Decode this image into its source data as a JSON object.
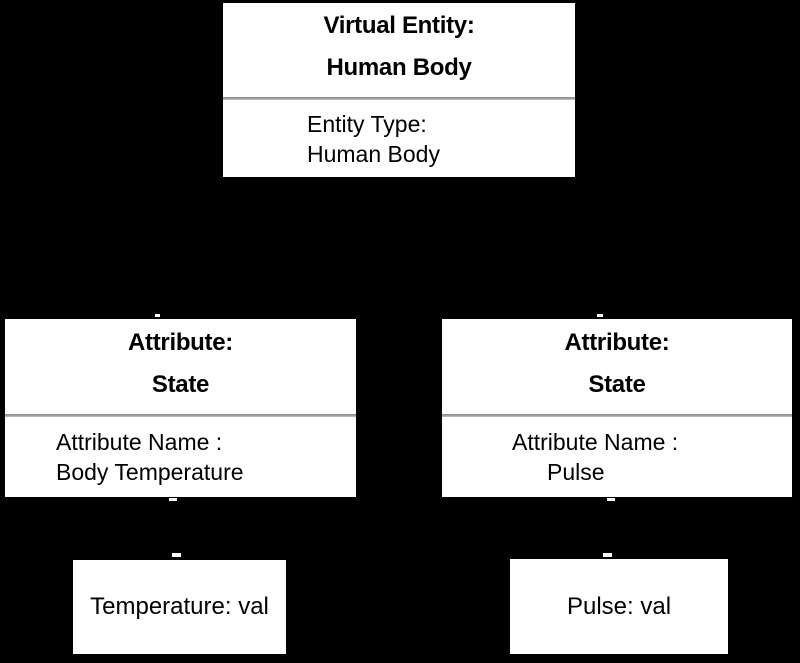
{
  "canvas": {
    "background_color": "#000000",
    "node_fill_color": "#ffffff",
    "node_border_color": "#000000",
    "divider_color": "#9a9a9a",
    "text_color": "#000000"
  },
  "diagram": {
    "entity_box": {
      "title_line1": "Virtual Entity:",
      "title_line2": "Human Body",
      "body_line1": "Entity Type:",
      "body_line2": "Human Body"
    },
    "attribute_boxes": [
      {
        "title_line1": "Attribute:",
        "title_line2": "State",
        "body_line1": "Attribute Name :",
        "body_line2": "Body Temperature"
      },
      {
        "title_line1": "Attribute:",
        "title_line2": "State",
        "body_line1": "Attribute Name :",
        "body_line2": "Pulse"
      }
    ],
    "value_boxes": [
      {
        "label": "Temperature: val"
      },
      {
        "label": "Pulse: val"
      }
    ]
  }
}
